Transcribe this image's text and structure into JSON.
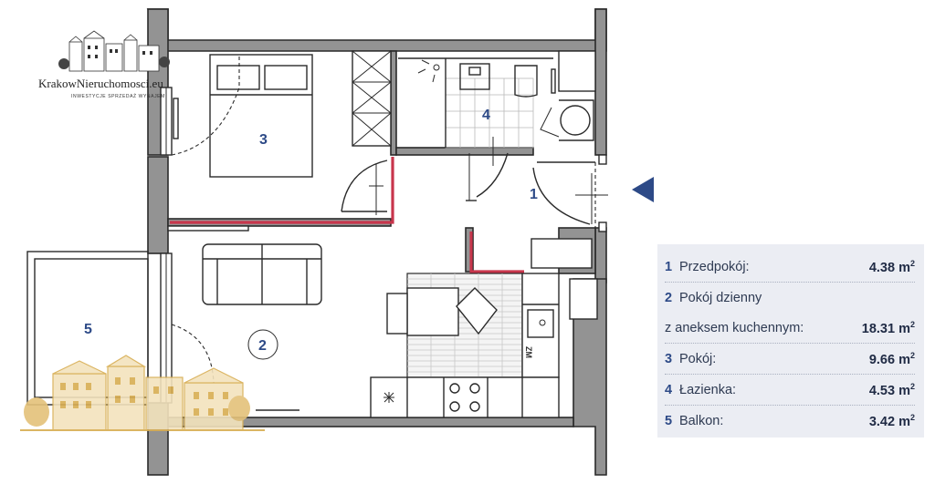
{
  "brand": {
    "name": "KrakowNieruchomosci.eu",
    "tagline": "INWESTYCJE  SPRZEDAŻ  WYNAJEM"
  },
  "rooms": [
    {
      "number": "1",
      "name": "Przedpokój:",
      "area": "4.38 m",
      "unit_exp": "2"
    },
    {
      "number": "2",
      "name": "Pokój dzienny",
      "name_line2": "z aneksem kuchennym:",
      "area": "18.31 m",
      "unit_exp": "2"
    },
    {
      "number": "3",
      "name": "Pokój:",
      "area": "9.66 m",
      "unit_exp": "2"
    },
    {
      "number": "4",
      "name": "Łazienka:",
      "area": "4.53 m",
      "unit_exp": "2"
    },
    {
      "number": "5",
      "name": "Balkon:",
      "area": "3.42 m",
      "unit_exp": "2"
    }
  ],
  "fridge_label": "ZM",
  "colors": {
    "accent_blue": "#2d4a87",
    "legend_bg": "#ebedf3",
    "partition_red": "#c8364c",
    "wall_gray": "#939393",
    "watermark_gold": "#d8ad52"
  }
}
